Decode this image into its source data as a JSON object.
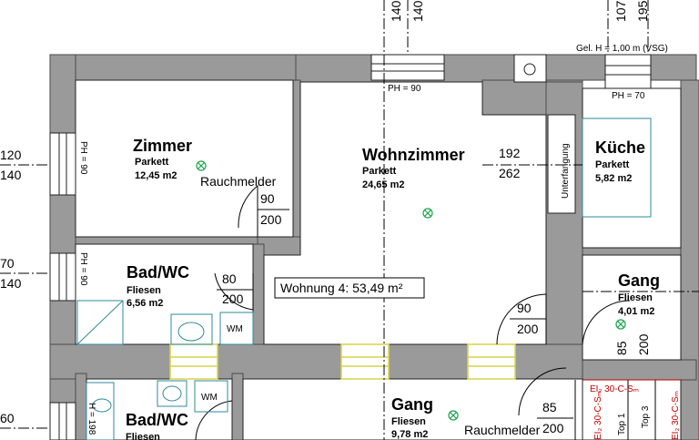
{
  "header": {
    "dim_140a": "140",
    "dim_140b": "140",
    "dim_107": "107",
    "dim_195": "195",
    "gel_h": "Gel. H = 1,00 m (VSG)"
  },
  "sills": {
    "ph90_top": "PH = 90",
    "ph70_top": "PH = 70",
    "ph90_zimmer": "PH = 90",
    "ph90_bad": "PH = 90"
  },
  "left_dims": {
    "d120": "120",
    "d140a": "140",
    "d70": "70",
    "d140b": "140",
    "d60": "60",
    "d198": "H = 198"
  },
  "rooms": {
    "zimmer": {
      "name": "Zimmer",
      "floor": "Parkett",
      "area": "12,45 m2"
    },
    "wohnzimmer": {
      "name": "Wohnzimmer",
      "floor": "Parkett",
      "area": "24,65 m2"
    },
    "kueche": {
      "name": "Küche",
      "floor": "Parkett",
      "area": "5,82 m2"
    },
    "bad1": {
      "name": "Bad/WC",
      "floor": "Fliesen",
      "area": "6,56 m2"
    },
    "gang1": {
      "name": "Gang",
      "floor": "Fliesen",
      "area": "4,01 m2"
    },
    "gang2": {
      "name": "Gang",
      "floor": "Fliesen",
      "area": "9,78 m2"
    },
    "bad2": {
      "name": "Bad/WC",
      "floor": "Fliesen"
    }
  },
  "labels": {
    "rauchmelder1": "Rauchmelder",
    "rauchmelder2": "Rauchmelder",
    "unterfangung": "Unterfangung",
    "wohnung": "Wohnung 4: 53,49 m²",
    "wm1": "WM",
    "wm2": "WM"
  },
  "doors": {
    "d1_w": "90",
    "d1_h": "200",
    "d2_w": "80",
    "d2_h": "200",
    "d3_w": "90",
    "d3_h": "200",
    "d4_w": "85",
    "d4_h": "200",
    "d5_w": "85",
    "d5_h": "200",
    "d6_w": "192",
    "d6_h": "262"
  },
  "stair": {
    "ei_top": "EI₂ 30-C-Sₘ",
    "ei_left": "EI₂ 30-C-Sₘ",
    "ei_right": "EI₂ 30-C-Sₘ",
    "top1": "Top 1",
    "top3": "Top 3"
  },
  "colors": {
    "wall": "#9a9a9a",
    "wall_stroke": "#4a4a4a",
    "fixture": "#2e8b9a",
    "smoke": "#1aa34a",
    "fire_rating": "#c00000",
    "window_yellow": "#d9d24a"
  }
}
